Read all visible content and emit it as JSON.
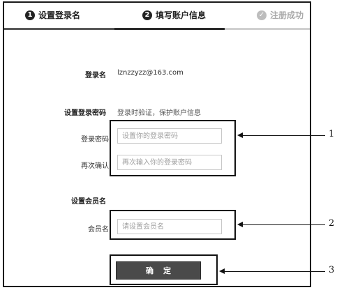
{
  "steps": [
    {
      "number": "1",
      "label": "设置登录名",
      "state": "completed"
    },
    {
      "number": "2",
      "label": "填写账户信息",
      "state": "active"
    },
    {
      "icon": "checkmark-circle-icon",
      "label": "注册成功",
      "state": "pending"
    }
  ],
  "login": {
    "label": "登录名",
    "value": "lznzzyzz@163.com"
  },
  "password_section": {
    "title": "设置登录密码",
    "hint": "登录时验证，保护账户信息",
    "password_label": "登录密码",
    "password_placeholder": "设置你的登录密码",
    "confirm_label": "再次确认",
    "confirm_placeholder": "再次输入你的登录密码"
  },
  "member_section": {
    "title": "设置会员名",
    "member_label": "会员名",
    "member_placeholder": "请设置会员名"
  },
  "submit": {
    "label": "确定"
  },
  "annotations": [
    "1",
    "2",
    "3"
  ],
  "colors": {
    "active_step": "#222222",
    "inactive_step": "#a9a9a9",
    "button_bg": "#4a4a4a",
    "button_text": "#ffffff"
  }
}
